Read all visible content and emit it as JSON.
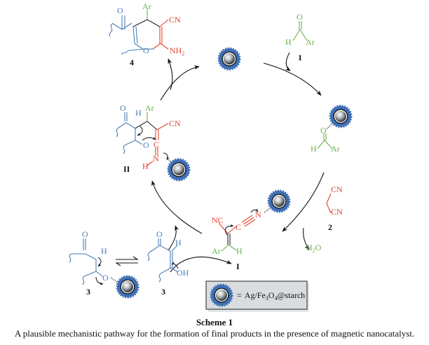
{
  "scheme": {
    "title": "Scheme 1",
    "caption": "A plausible mechanistic pathway for the formation of final products in the presence of magnetic nanocatalyst."
  },
  "colors": {
    "reactant_dicarbonyl": "#4a7fb8",
    "aldehyde_aryl": "#6bb04a",
    "malononitrile": "#e0442e",
    "catalyst_ring": "#3f6fb5",
    "legend_box": "#d9dde0"
  },
  "compounds": {
    "aldehyde": {
      "number": "1",
      "atoms": {
        "O": "O",
        "H": "H",
        "Ar": "Ar"
      }
    },
    "malononitrile": {
      "number": "2",
      "groups": [
        "CN",
        "CN"
      ]
    },
    "dicarbonyl_keto": {
      "number": "3",
      "atoms": {
        "O1": "O",
        "H": "H",
        "O2": "O"
      }
    },
    "dicarbonyl_enol": {
      "number": "3",
      "atoms": {
        "O": "O",
        "H": "H",
        "OH": "OH"
      }
    },
    "intermediate_I": {
      "number": "I",
      "atoms": {
        "NC": "NC",
        "C": "C",
        "N": "N",
        "Ar": "Ar",
        "H": "H"
      }
    },
    "intermediate_II": {
      "number": "II",
      "atoms": {
        "O1": "O",
        "H": "H",
        "Ar": "Ar",
        "CN": "CN",
        "O2": "O",
        "C": "C",
        "N": "N",
        "NH": "H"
      }
    },
    "product": {
      "number": "4",
      "atoms": {
        "O": "O",
        "Ar": "Ar",
        "CN": "CN",
        "ring_O": "O",
        "NH2": "NH",
        "NH2_sub": "2"
      }
    },
    "byproduct": {
      "formula": "H",
      "sub": "2",
      "tail": "O"
    }
  },
  "legend": {
    "equals": "=",
    "catalyst_prefix": "Ag/Fe",
    "sub1": "3",
    "mid": "O",
    "sub2": "4",
    "suffix": "@starch"
  }
}
